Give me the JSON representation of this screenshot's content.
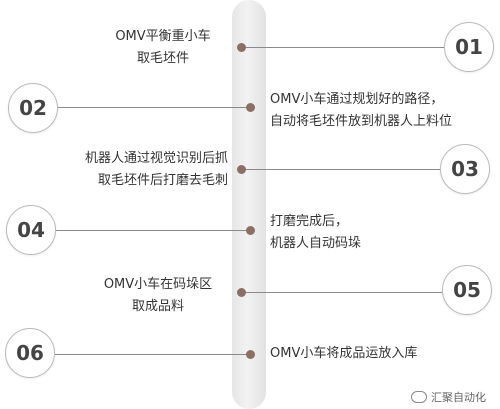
{
  "steps": [
    {
      "number": "01",
      "line1": "OMV平衡重小车",
      "line2": "取毛坯件"
    },
    {
      "number": "02",
      "line1": "OMV小车通过规划好的路径，",
      "line2": "自动将毛坯件放到机器人上料位"
    },
    {
      "number": "03",
      "line1": "机器人通过视觉识别后抓",
      "line2": "取毛坯件后打磨去毛刺"
    },
    {
      "number": "04",
      "line1": "打磨完成后，",
      "line2": "机器人自动码垛"
    },
    {
      "number": "05",
      "line1": "OMV小车在码垛区",
      "line2": "取成品料"
    },
    {
      "number": "06",
      "line1": "OMV小车将成品运放入库",
      "line2": ""
    }
  ],
  "watermark": {
    "text": "汇聚自动化",
    "icon": "wechat-icon"
  }
}
